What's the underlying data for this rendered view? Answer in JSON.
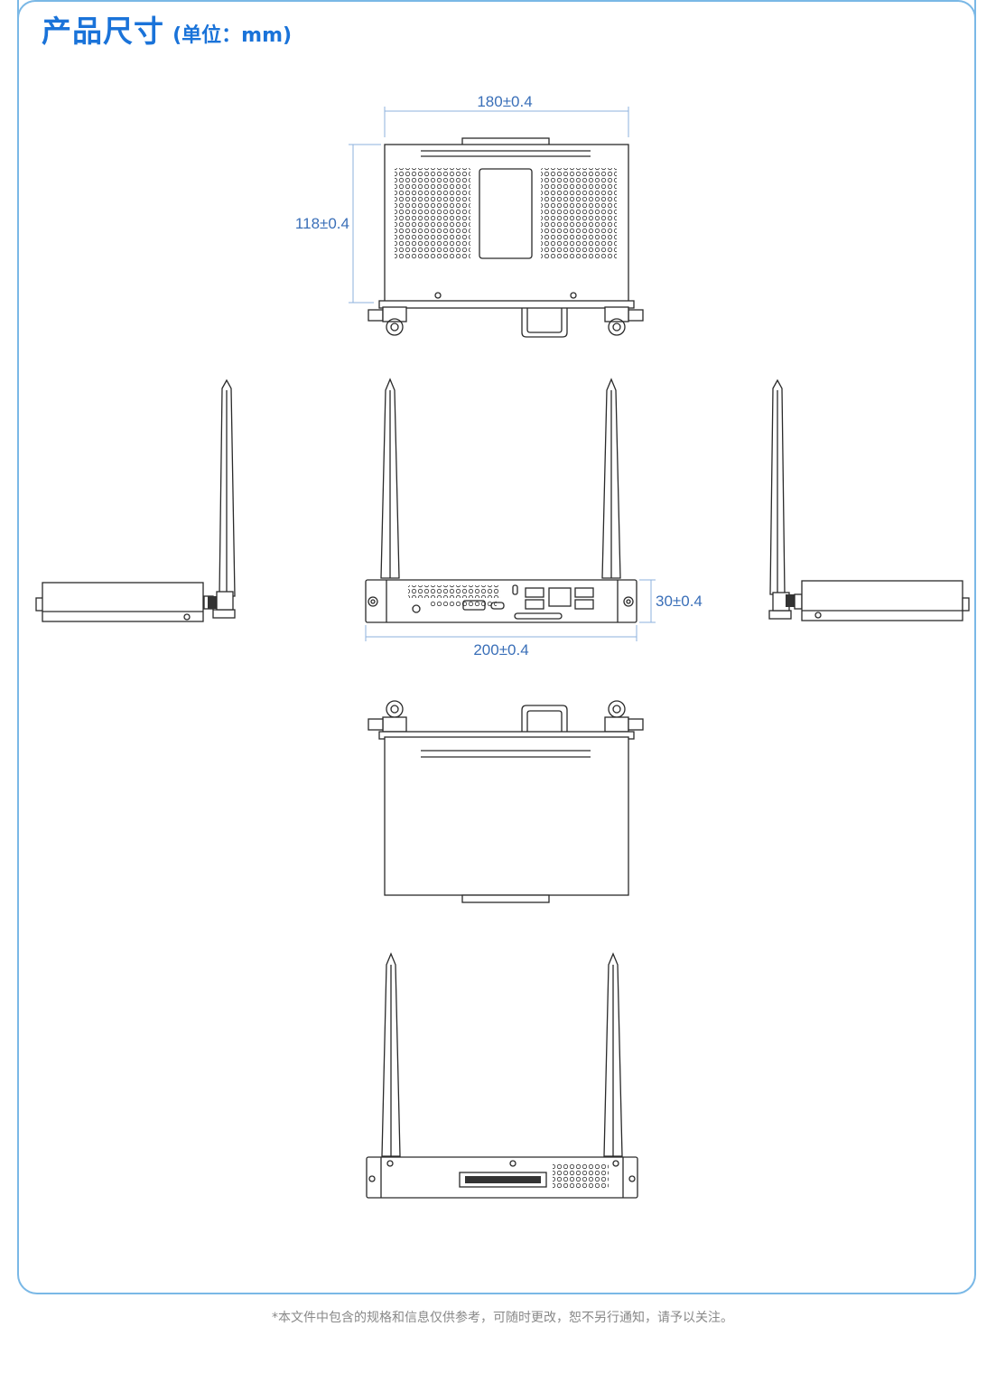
{
  "title": {
    "main": "产品尺寸",
    "unit": "(单位：mm)"
  },
  "dimensions": {
    "width_top": "180±0.4",
    "depth": "118±0.4",
    "height_front": "30±0.4",
    "width_front": "200±0.4"
  },
  "footer": {
    "disclaimer": "*本文件中包含的规格和信息仅供参考，可随时更改，恕不另行通知，请予以关注。"
  },
  "colors": {
    "accent": "#1a73d9",
    "frame": "#7ab8e6",
    "dimension": "#3a6fb8"
  }
}
